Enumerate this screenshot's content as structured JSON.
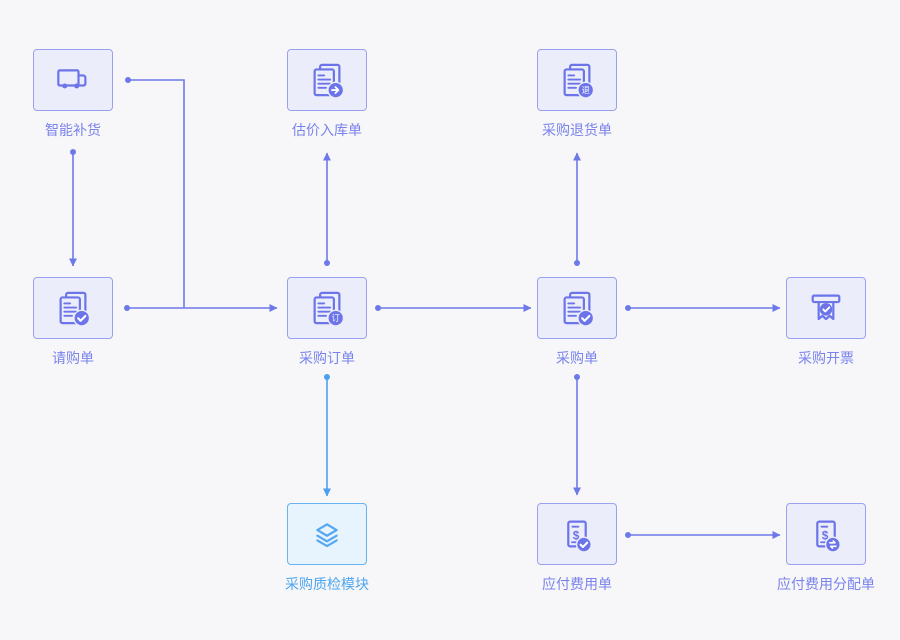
{
  "colors": {
    "background": "#f7f7f9",
    "node_fill": "#ECEDFB",
    "node_border": "#9AA1F0",
    "icon_purple": "#6B74E8",
    "label_purple": "#7A83EB",
    "line_purple": "#6E79E9",
    "blue_node_fill": "#E8F4FD",
    "blue_node_border": "#66B3F2",
    "icon_blue": "#54A8F1",
    "label_blue": "#4EA6F0",
    "line_blue": "#4AA0EF"
  },
  "nodes": {
    "smart_replenish": {
      "label": "智能补货",
      "icon": "truck-icon"
    },
    "estimate_inbound": {
      "label": "估价入库单",
      "icon": "document-arrow-icon"
    },
    "purchase_return": {
      "label": "采购退货单",
      "icon": "document-return-icon",
      "badge": "退"
    },
    "requisition": {
      "label": "请购单",
      "icon": "document-check-icon"
    },
    "purchase_order": {
      "label": "采购订单",
      "icon": "document-order-icon",
      "badge": "订"
    },
    "purchase_doc": {
      "label": "采购单",
      "icon": "document-check-icon"
    },
    "purchase_invoice": {
      "label": "采购开票",
      "icon": "invoice-check-icon"
    },
    "quality_module": {
      "label": "采购质检模块",
      "icon": "layers-icon"
    },
    "payable_expense": {
      "label": "应付费用单",
      "icon": "bill-check-icon",
      "glyph": "$"
    },
    "payable_allocation": {
      "label": "应付费用分配单",
      "icon": "bill-transfer-icon",
      "glyph": "$"
    }
  },
  "edges": [
    {
      "from": "smart_replenish",
      "to": "requisition",
      "style": "purple"
    },
    {
      "from": "smart_replenish",
      "to": "purchase_order",
      "style": "purple"
    },
    {
      "from": "requisition",
      "to": "purchase_order",
      "style": "purple"
    },
    {
      "from": "purchase_order",
      "to": "estimate_inbound",
      "style": "purple"
    },
    {
      "from": "purchase_order",
      "to": "purchase_doc",
      "style": "purple"
    },
    {
      "from": "purchase_order",
      "to": "quality_module",
      "style": "blue"
    },
    {
      "from": "purchase_doc",
      "to": "purchase_return",
      "style": "purple"
    },
    {
      "from": "purchase_doc",
      "to": "purchase_invoice",
      "style": "purple"
    },
    {
      "from": "purchase_doc",
      "to": "payable_expense",
      "style": "purple"
    },
    {
      "from": "payable_expense",
      "to": "payable_allocation",
      "style": "purple"
    }
  ]
}
